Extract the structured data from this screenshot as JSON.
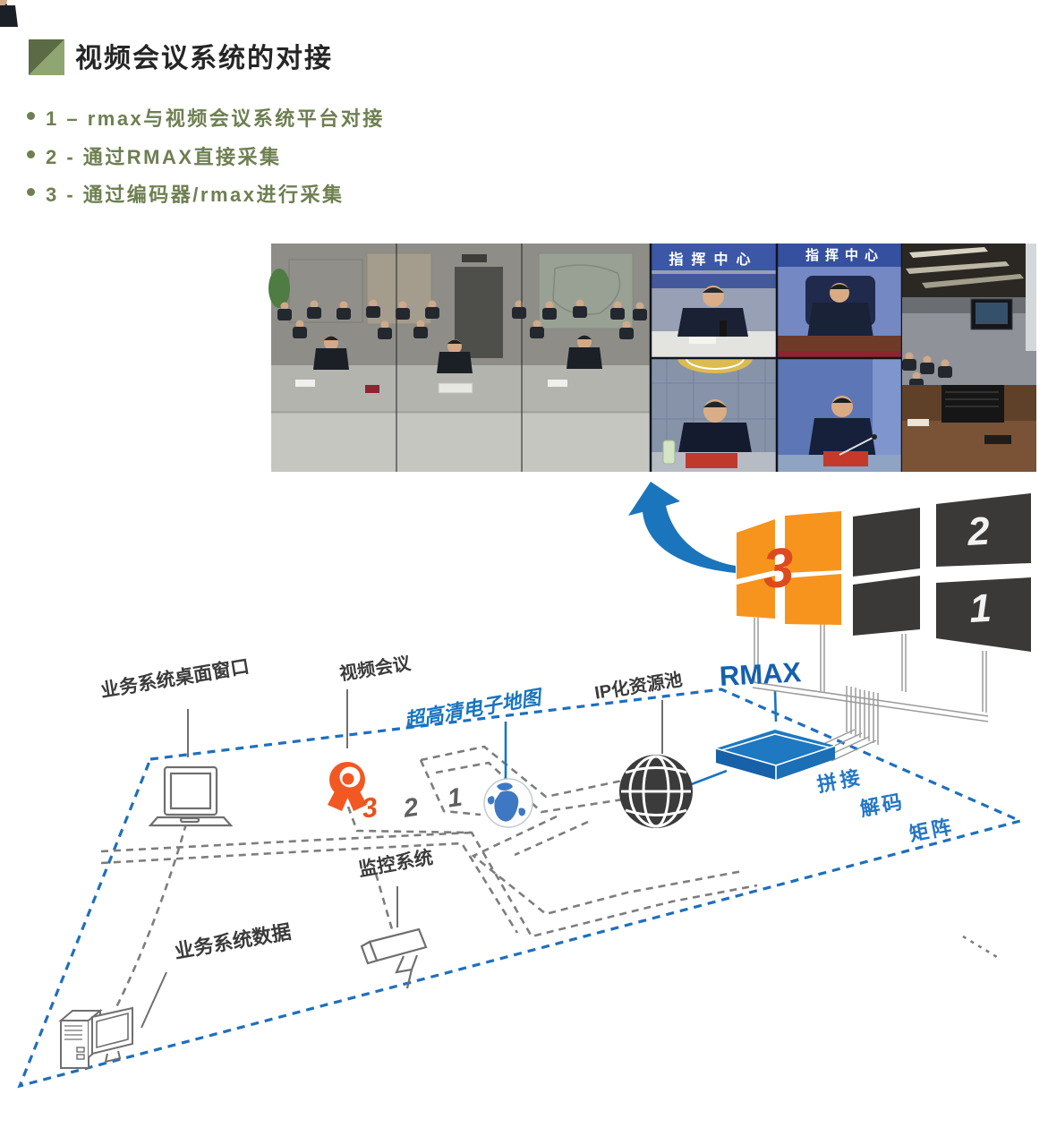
{
  "header": {
    "title": "视频会议系统的对接"
  },
  "bullets": [
    "1 – rmax与视频会议系统平台对接",
    "2 - 通过RMAX直接采集",
    "3 - 通过编码器/rmax进行采集"
  ],
  "montage": {
    "feed_label_1": "指挥中心",
    "feed_label_2": "指挥中心"
  },
  "video_wall": {
    "logo_number": "3",
    "screen_top_number": "2",
    "screen_bottom_number": "1"
  },
  "diagram": {
    "labels": {
      "desktop_window": "业务系统桌面窗口",
      "video_conference": "视频会议",
      "uhd_map": "超高清电子地图",
      "ip_pool": "IP化资源池",
      "rmax": "RMAX",
      "splice": "拼接",
      "decode": "解码",
      "matrix": "矩阵",
      "monitor_system": "监控系统",
      "business_data": "业务系统数据"
    },
    "path_numbers": {
      "n3": "3",
      "n2": "2",
      "n1": "1"
    }
  },
  "colors": {
    "accent_blue": "#1b75bc",
    "rmax_blue": "#1460ae",
    "dashed_blue": "#1e6fbe",
    "orange_logo": "#f7941d",
    "orange_red": "#e4541e",
    "bullet_green": "#6e7f51",
    "panel_dark": "#3a3937",
    "line_gray": "#7d7d7d"
  }
}
